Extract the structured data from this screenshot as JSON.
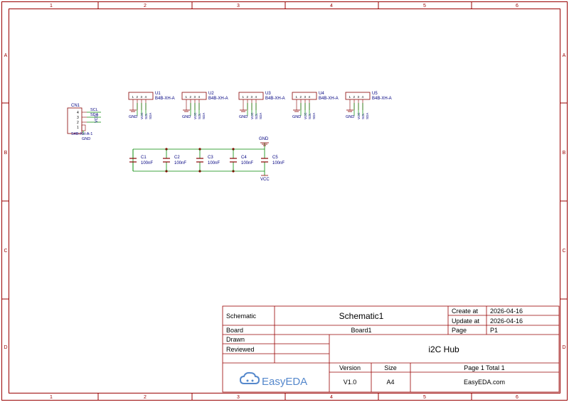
{
  "frame": {
    "columns": [
      "1",
      "2",
      "3",
      "4",
      "5",
      "6"
    ],
    "rows": [
      "A",
      "B",
      "C",
      "D"
    ]
  },
  "connector": {
    "ref": "CN1",
    "pin_numbers": [
      "4",
      "3",
      "2",
      "1"
    ],
    "nets": [
      "SCL",
      "SDA",
      "VCC"
    ],
    "ground": "GND",
    "part": "S4B-XH-A-1"
  },
  "headers": [
    {
      "ref": "U1",
      "part": "B4B-XH-A",
      "pins": [
        "1",
        "2",
        "3",
        "4"
      ],
      "gnd": "GND",
      "vcc": "VCC",
      "scl": "SCL",
      "sda": "SDA"
    },
    {
      "ref": "U2",
      "part": "B4B-XH-A",
      "pins": [
        "1",
        "2",
        "3",
        "4"
      ],
      "gnd": "GND",
      "vcc": "VCC",
      "scl": "SCL",
      "sda": "SDA"
    },
    {
      "ref": "U3",
      "part": "B4B-XH-A",
      "pins": [
        "1",
        "2",
        "3",
        "4"
      ],
      "gnd": "GND",
      "vcc": "VCC",
      "scl": "SCL",
      "sda": "SDA"
    },
    {
      "ref": "U4",
      "part": "B4B-XH-A",
      "pins": [
        "1",
        "2",
        "3",
        "4"
      ],
      "gnd": "GND",
      "vcc": "VCC",
      "scl": "SCL",
      "sda": "SDA"
    },
    {
      "ref": "U5",
      "part": "B4B-XH-A",
      "pins": [
        "1",
        "2",
        "3",
        "4"
      ],
      "gnd": "GND",
      "vcc": "VCC",
      "scl": "SCL",
      "sda": "SDA"
    }
  ],
  "capacitors": [
    {
      "ref": "C1",
      "value": "100nF"
    },
    {
      "ref": "C2",
      "value": "100nF"
    },
    {
      "ref": "C3",
      "value": "100nF"
    },
    {
      "ref": "C4",
      "value": "100nF"
    },
    {
      "ref": "C5",
      "value": "100nF"
    }
  ],
  "power": {
    "gnd": "GND",
    "vcc": "VCC"
  },
  "title_block": {
    "schematic_label": "Schematic",
    "schematic_name": "Schematic1",
    "create_label": "Create at",
    "create_date": "2026-04-16",
    "update_label": "Update at",
    "update_date": "2026-04-16",
    "board_label": "Board",
    "board_name": "Board1",
    "page_label": "Page",
    "page_value": "P1",
    "drawn_label": "Drawn",
    "reviewed_label": "Reviewed",
    "project_title": "i2C Hub",
    "version_label": "Version",
    "version_value": "V1.0",
    "size_label": "Size",
    "size_value": "A4",
    "page_total": "Page  1  Total  1",
    "website": "EasyEDA.com",
    "logo_text": "EasyEDA"
  },
  "colors": {
    "border": "#990000",
    "wire": "#008800",
    "symbol": "#880000",
    "label": "#000080",
    "logo": "#5588cc"
  }
}
